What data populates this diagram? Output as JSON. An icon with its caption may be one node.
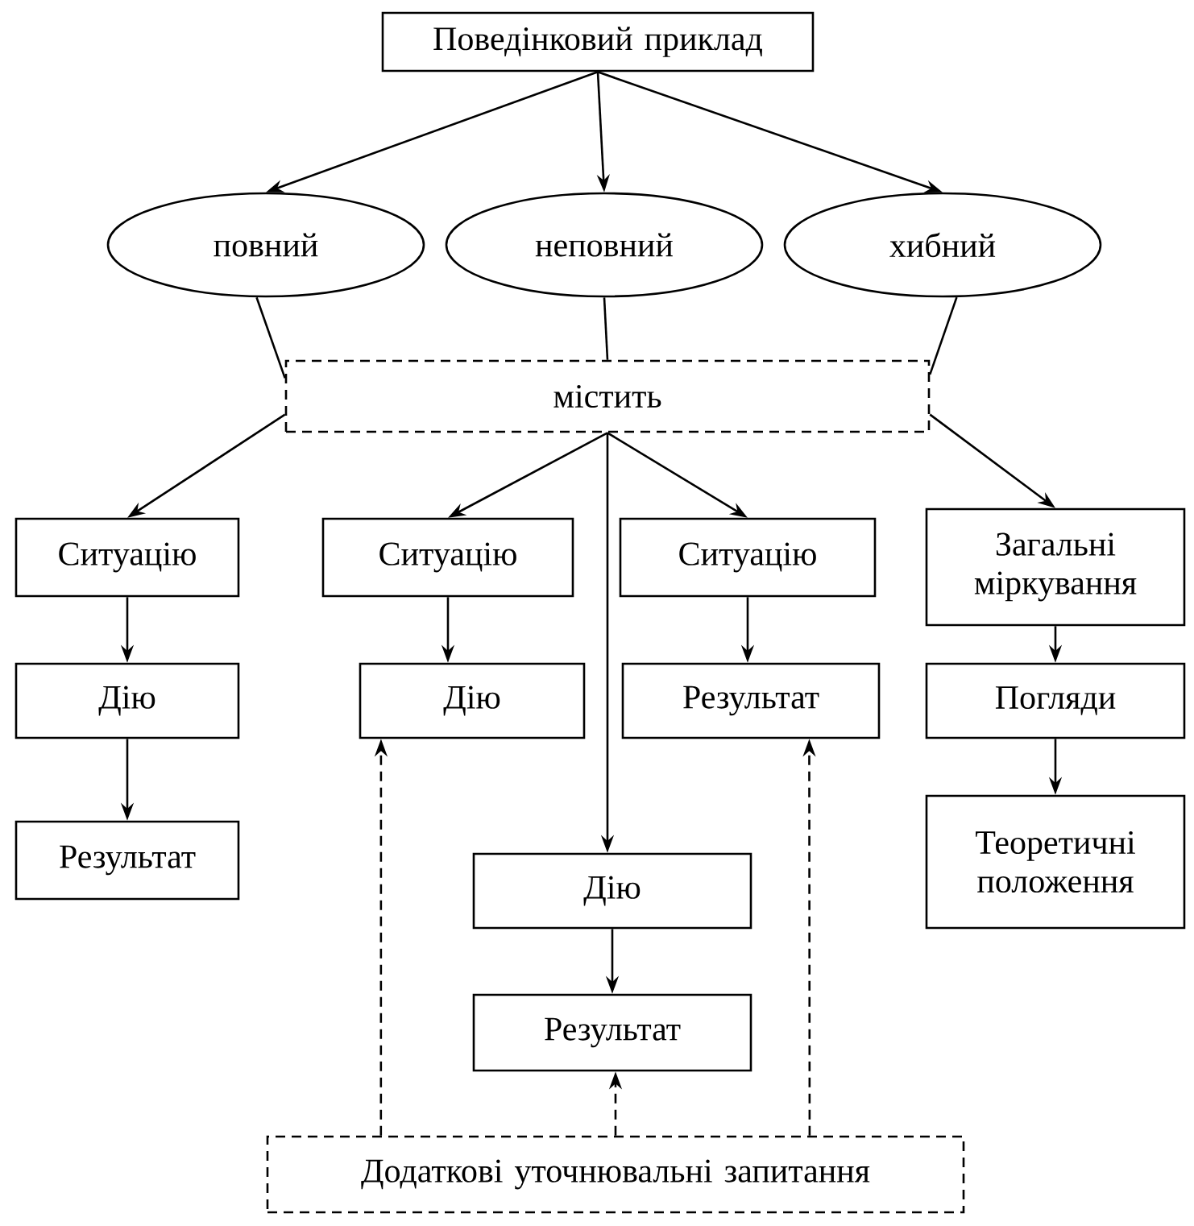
{
  "diagram": {
    "nodes": [
      {
        "text": [
          "Поведінковий приклад"
        ]
      },
      {
        "text": [
          "повний"
        ]
      },
      {
        "text": [
          "неповний"
        ]
      },
      {
        "text": [
          "хибний"
        ]
      },
      {
        "text": [
          "містить"
        ]
      },
      {
        "text": [
          "Ситуацію"
        ]
      },
      {
        "text": [
          "Дію"
        ]
      },
      {
        "text": [
          "Результат"
        ]
      },
      {
        "text": [
          "Ситуацію"
        ]
      },
      {
        "text": [
          "Дію"
        ]
      },
      {
        "text": [
          "Ситуацію"
        ]
      },
      {
        "text": [
          "Результат"
        ]
      },
      {
        "text": [
          "Загальні міркування"
        ]
      },
      {
        "text": [
          "Погляди"
        ]
      },
      {
        "text": [
          "Теоретичні положення"
        ]
      },
      {
        "text": [
          "Дію"
        ]
      },
      {
        "text": [
          "Результат"
        ]
      },
      {
        "text": [
          "Додаткові уточнювальні запитання"
        ]
      }
    ],
    "edges": [
      {
        "from": 0,
        "to": 1,
        "arrow": "to"
      },
      {
        "from": 0,
        "to": 2,
        "arrow": "to"
      },
      {
        "from": 0,
        "to": 3,
        "arrow": "to"
      },
      {
        "from": 1,
        "to": 4,
        "arrow": "none"
      },
      {
        "from": 2,
        "to": 4,
        "arrow": "none"
      },
      {
        "from": 3,
        "to": 4,
        "arrow": "none"
      },
      {
        "from": 4,
        "to": 5,
        "arrow": "to"
      },
      {
        "from": 4,
        "to": 8,
        "arrow": "to"
      },
      {
        "from": 4,
        "to": 15,
        "arrow": "to"
      },
      {
        "from": 4,
        "to": 10,
        "arrow": "to"
      },
      {
        "from": 4,
        "to": 12,
        "arrow": "to"
      },
      {
        "from": 5,
        "to": 6,
        "arrow": "to"
      },
      {
        "from": 6,
        "to": 7,
        "arrow": "to"
      },
      {
        "from": 8,
        "to": 9,
        "arrow": "to"
      },
      {
        "from": 10,
        "to": 11,
        "arrow": "to"
      },
      {
        "from": 12,
        "to": 13,
        "arrow": "to"
      },
      {
        "from": 13,
        "to": 14,
        "arrow": "to"
      },
      {
        "from": 15,
        "to": 16,
        "arrow": "to"
      },
      {
        "from": 17,
        "to": 9,
        "arrow": "to",
        "style": "dashed"
      },
      {
        "from": 17,
        "to": 16,
        "arrow": "to",
        "style": "dashed"
      },
      {
        "from": 17,
        "to": 11,
        "arrow": "to",
        "style": "dashed"
      }
    ]
  }
}
